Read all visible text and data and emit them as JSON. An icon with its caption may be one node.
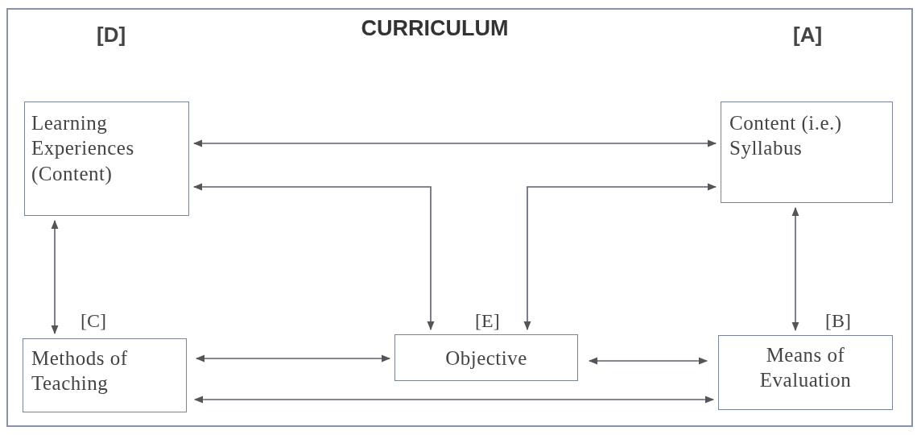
{
  "diagram": {
    "title": "CURRICULUM",
    "nodes": [
      {
        "text": [
          "Learning Experiences (Content)"
        ],
        "beside": [
          "[D]"
        ]
      },
      {
        "text": [
          "Content (i.e.) Syllabus"
        ],
        "beside": [
          "[A]"
        ]
      },
      {
        "text": [
          "Methods of Teaching"
        ],
        "beside": [
          "[C]"
        ]
      },
      {
        "text": [
          "Objective"
        ],
        "beside": [
          "[E]"
        ]
      },
      {
        "text": [
          "Means of Evaluation"
        ],
        "beside": [
          "[B]"
        ]
      }
    ],
    "edges": [
      {
        "from": 0,
        "to": 1,
        "arrow": "both"
      },
      {
        "from": 0,
        "to": 3,
        "arrow": "both"
      },
      {
        "from": 3,
        "to": 1,
        "arrow": "both"
      },
      {
        "from": 0,
        "to": 2,
        "arrow": "both"
      },
      {
        "from": 1,
        "to": 4,
        "arrow": "both"
      },
      {
        "from": 2,
        "to": 3,
        "arrow": "both"
      },
      {
        "from": 3,
        "to": 4,
        "arrow": "both"
      },
      {
        "from": 2,
        "to": 4,
        "arrow": "both"
      }
    ]
  }
}
